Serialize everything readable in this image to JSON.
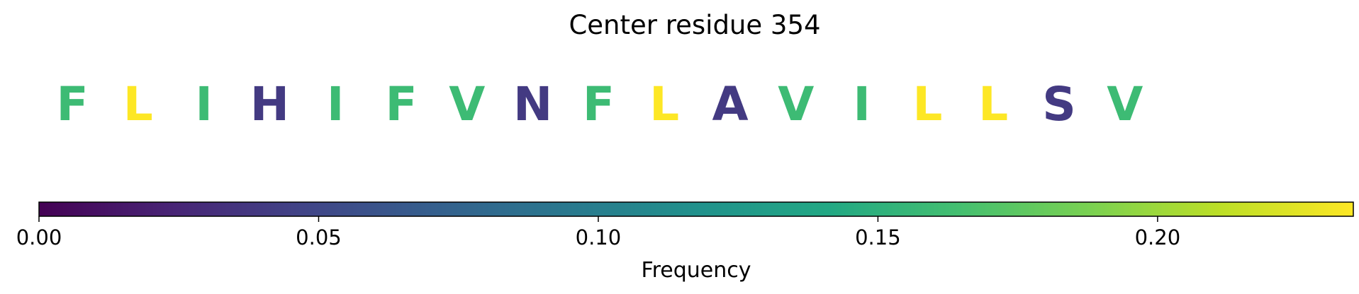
{
  "chart_data": {
    "type": "heatmap",
    "title": "Center residue 354",
    "residues": [
      {
        "letter": "F",
        "frequency": 0.16
      },
      {
        "letter": "L",
        "frequency": 0.235
      },
      {
        "letter": "I",
        "frequency": 0.16
      },
      {
        "letter": "H",
        "frequency": 0.04
      },
      {
        "letter": "I",
        "frequency": 0.16
      },
      {
        "letter": "F",
        "frequency": 0.16
      },
      {
        "letter": "V",
        "frequency": 0.16
      },
      {
        "letter": "N",
        "frequency": 0.04
      },
      {
        "letter": "F",
        "frequency": 0.16
      },
      {
        "letter": "L",
        "frequency": 0.235
      },
      {
        "letter": "A",
        "frequency": 0.04
      },
      {
        "letter": "V",
        "frequency": 0.16
      },
      {
        "letter": "I",
        "frequency": 0.16
      },
      {
        "letter": "L",
        "frequency": 0.235
      },
      {
        "letter": "L",
        "frequency": 0.235
      },
      {
        "letter": "S",
        "frequency": 0.04
      },
      {
        "letter": "V",
        "frequency": 0.16
      }
    ],
    "colorbar": {
      "label": "Frequency",
      "colormap": "viridis",
      "range": [
        0,
        0.235
      ],
      "ticks": [
        {
          "value": 0.0,
          "label": "0.00"
        },
        {
          "value": 0.05,
          "label": "0.05"
        },
        {
          "value": 0.1,
          "label": "0.10"
        },
        {
          "value": 0.15,
          "label": "0.15"
        },
        {
          "value": 0.2,
          "label": "0.20"
        }
      ]
    }
  }
}
